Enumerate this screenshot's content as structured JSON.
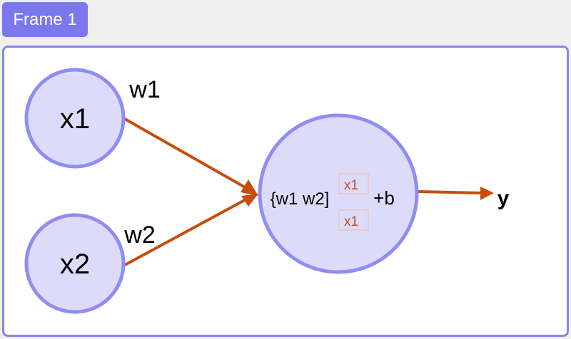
{
  "frame": {
    "title": "Frame 1"
  },
  "nodes": {
    "input1": "x1",
    "input2": "x2",
    "output": "y"
  },
  "weights": {
    "w1": "w1",
    "w2": "w2"
  },
  "neuron": {
    "weights_vector": "{w1 w2]",
    "vector_top": "x1",
    "vector_bottom": "x1",
    "bias": "+b"
  },
  "colors": {
    "node_fill": "#dcdcfa",
    "node_stroke": "#8f8df3",
    "arrow": "#c54e0c",
    "vector_text": "#c8471a",
    "frame_accent": "#7b78ee"
  }
}
